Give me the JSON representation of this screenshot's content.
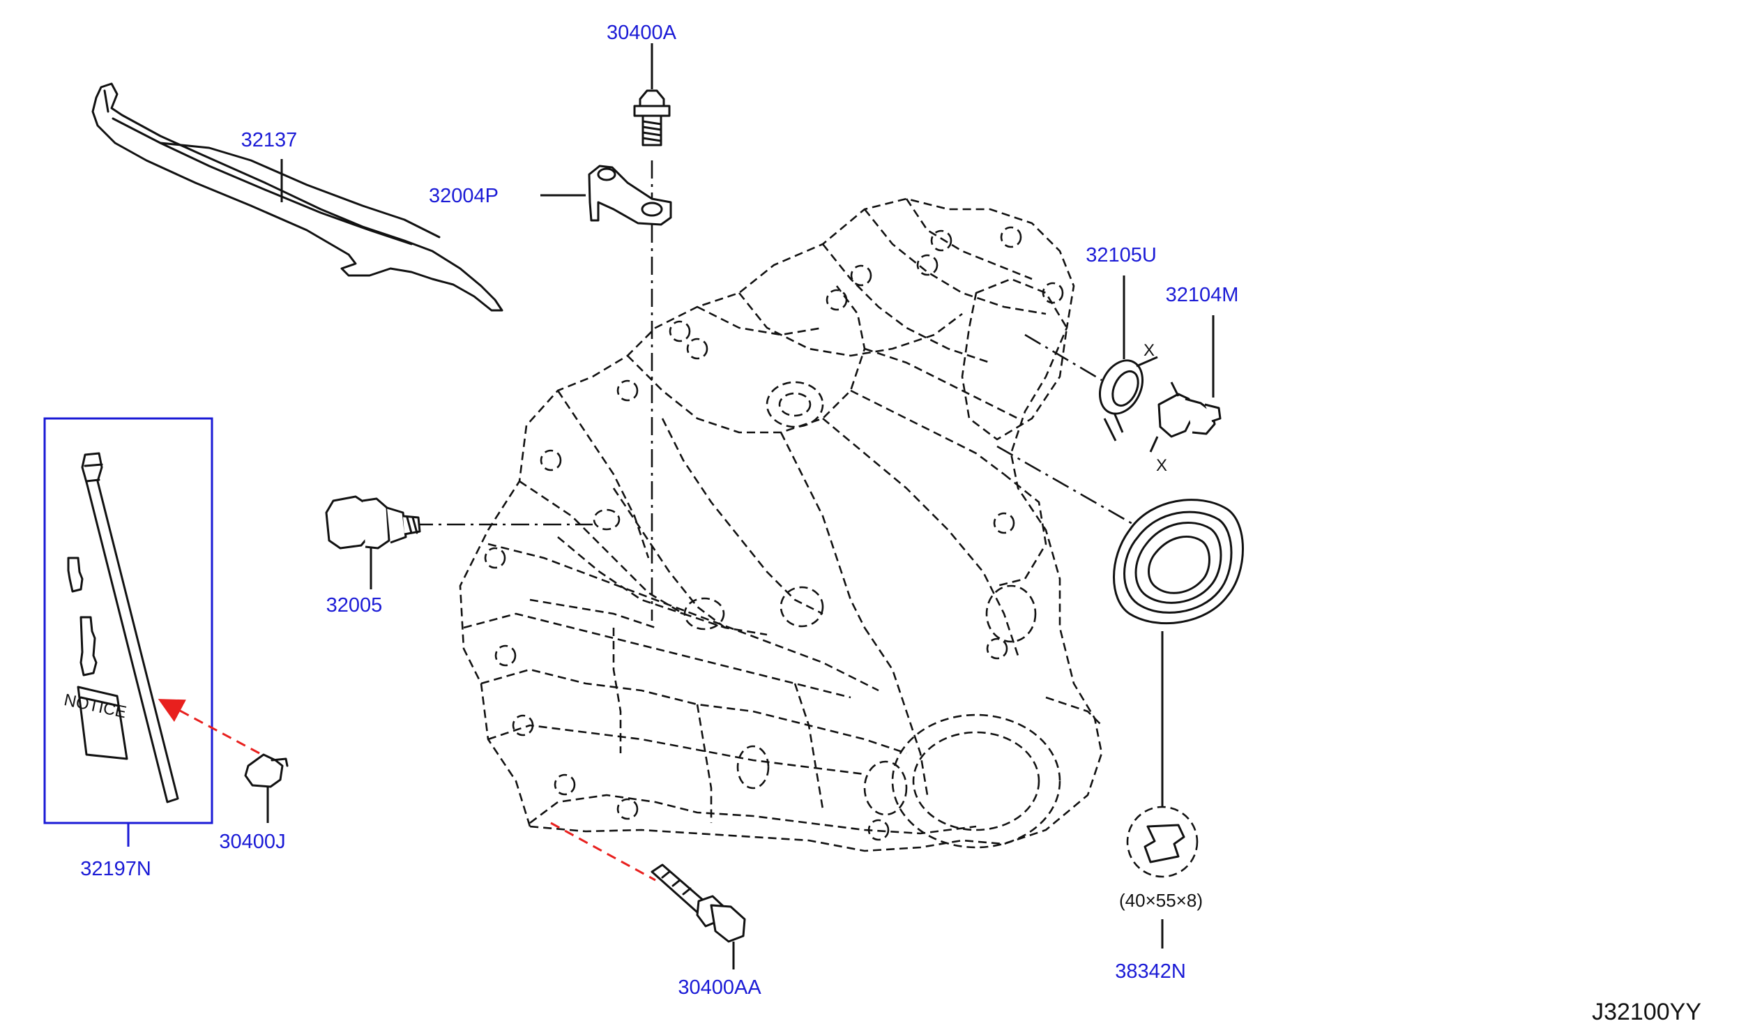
{
  "diagram_code": "J32100YY",
  "parts": {
    "p30400A": "30400A",
    "p32137": "32137",
    "p32004P": "32004P",
    "p32105U": "32105U",
    "p32104M": "32104M",
    "p32005": "32005",
    "p32197N": "32197N",
    "p30400J": "30400J",
    "p30400AA": "30400AA",
    "p38342N": "38342N"
  },
  "seal_size": "(40×55×8)",
  "marker_x": "X",
  "kit_notice_text": "NOTICE",
  "colors": {
    "callout": "#1a1ad6",
    "line": "#111111",
    "arrow": "#e8201e"
  }
}
